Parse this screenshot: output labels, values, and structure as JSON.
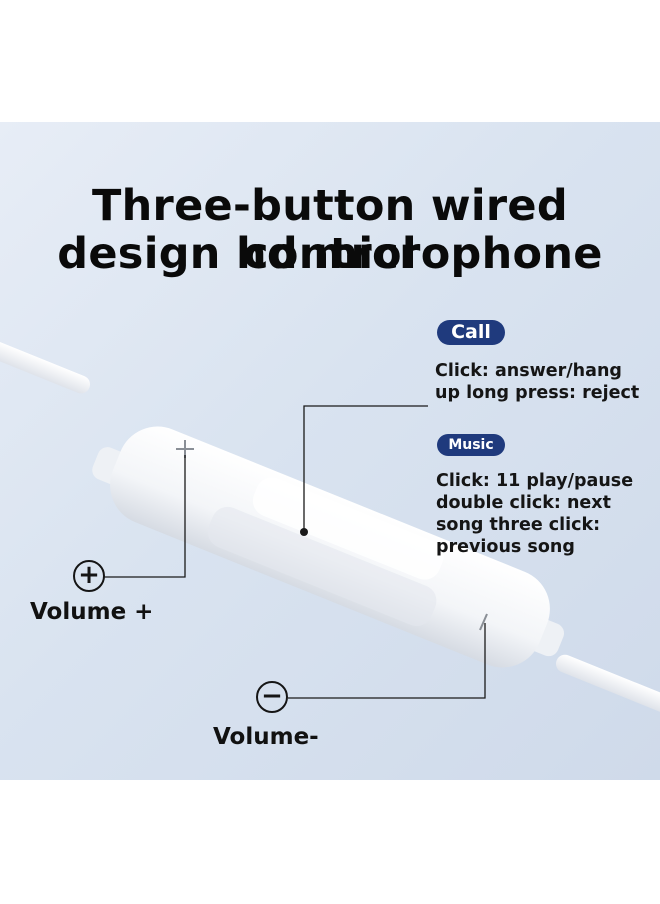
{
  "heading": {
    "line1": "Three-button wired control",
    "line2": "design hd microphone"
  },
  "call": {
    "badge": "Call",
    "description": "Click: answer/hang up long press: reject"
  },
  "music": {
    "badge": "Music",
    "description": "Click: 11 play/pause double click: next song three click: previous song"
  },
  "volume_up": {
    "symbol": "+",
    "label": "Volume +"
  },
  "volume_down": {
    "symbol": "−",
    "label": "Volume-"
  },
  "colors": {
    "badge_bg": "#1f3a7d",
    "text": "#111111",
    "background": "#dbe4f0"
  },
  "icons": [
    "plus-circle-icon",
    "minus-circle-icon"
  ]
}
